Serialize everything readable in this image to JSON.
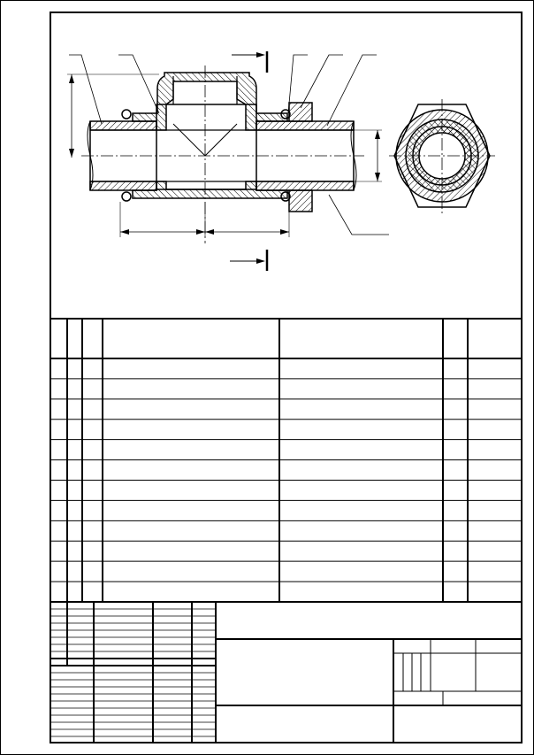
{
  "drawing": {
    "type": "technical-assembly-drawing",
    "views": [
      "front-section-view",
      "side-view"
    ],
    "section_marker": "",
    "colors": {
      "line": "#000000",
      "background": "#ffffff",
      "hatch": "#000000"
    }
  },
  "spec_table": {
    "columns": [
      "",
      "",
      "",
      "",
      "",
      "",
      ""
    ],
    "rows": [
      [
        "",
        "",
        "",
        "",
        "",
        "",
        ""
      ],
      [
        "",
        "",
        "",
        "",
        "",
        "",
        ""
      ],
      [
        "",
        "",
        "",
        "",
        "",
        "",
        ""
      ],
      [
        "",
        "",
        "",
        "",
        "",
        "",
        ""
      ],
      [
        "",
        "",
        "",
        "",
        "",
        "",
        ""
      ],
      [
        "",
        "",
        "",
        "",
        "",
        "",
        ""
      ],
      [
        "",
        "",
        "",
        "",
        "",
        "",
        ""
      ],
      [
        "",
        "",
        "",
        "",
        "",
        "",
        ""
      ],
      [
        "",
        "",
        "",
        "",
        "",
        "",
        ""
      ],
      [
        "",
        "",
        "",
        "",
        "",
        "",
        ""
      ],
      [
        "",
        "",
        "",
        "",
        "",
        "",
        ""
      ],
      [
        "",
        "",
        "",
        "",
        "",
        "",
        ""
      ]
    ]
  },
  "title_block": {
    "fields": []
  }
}
